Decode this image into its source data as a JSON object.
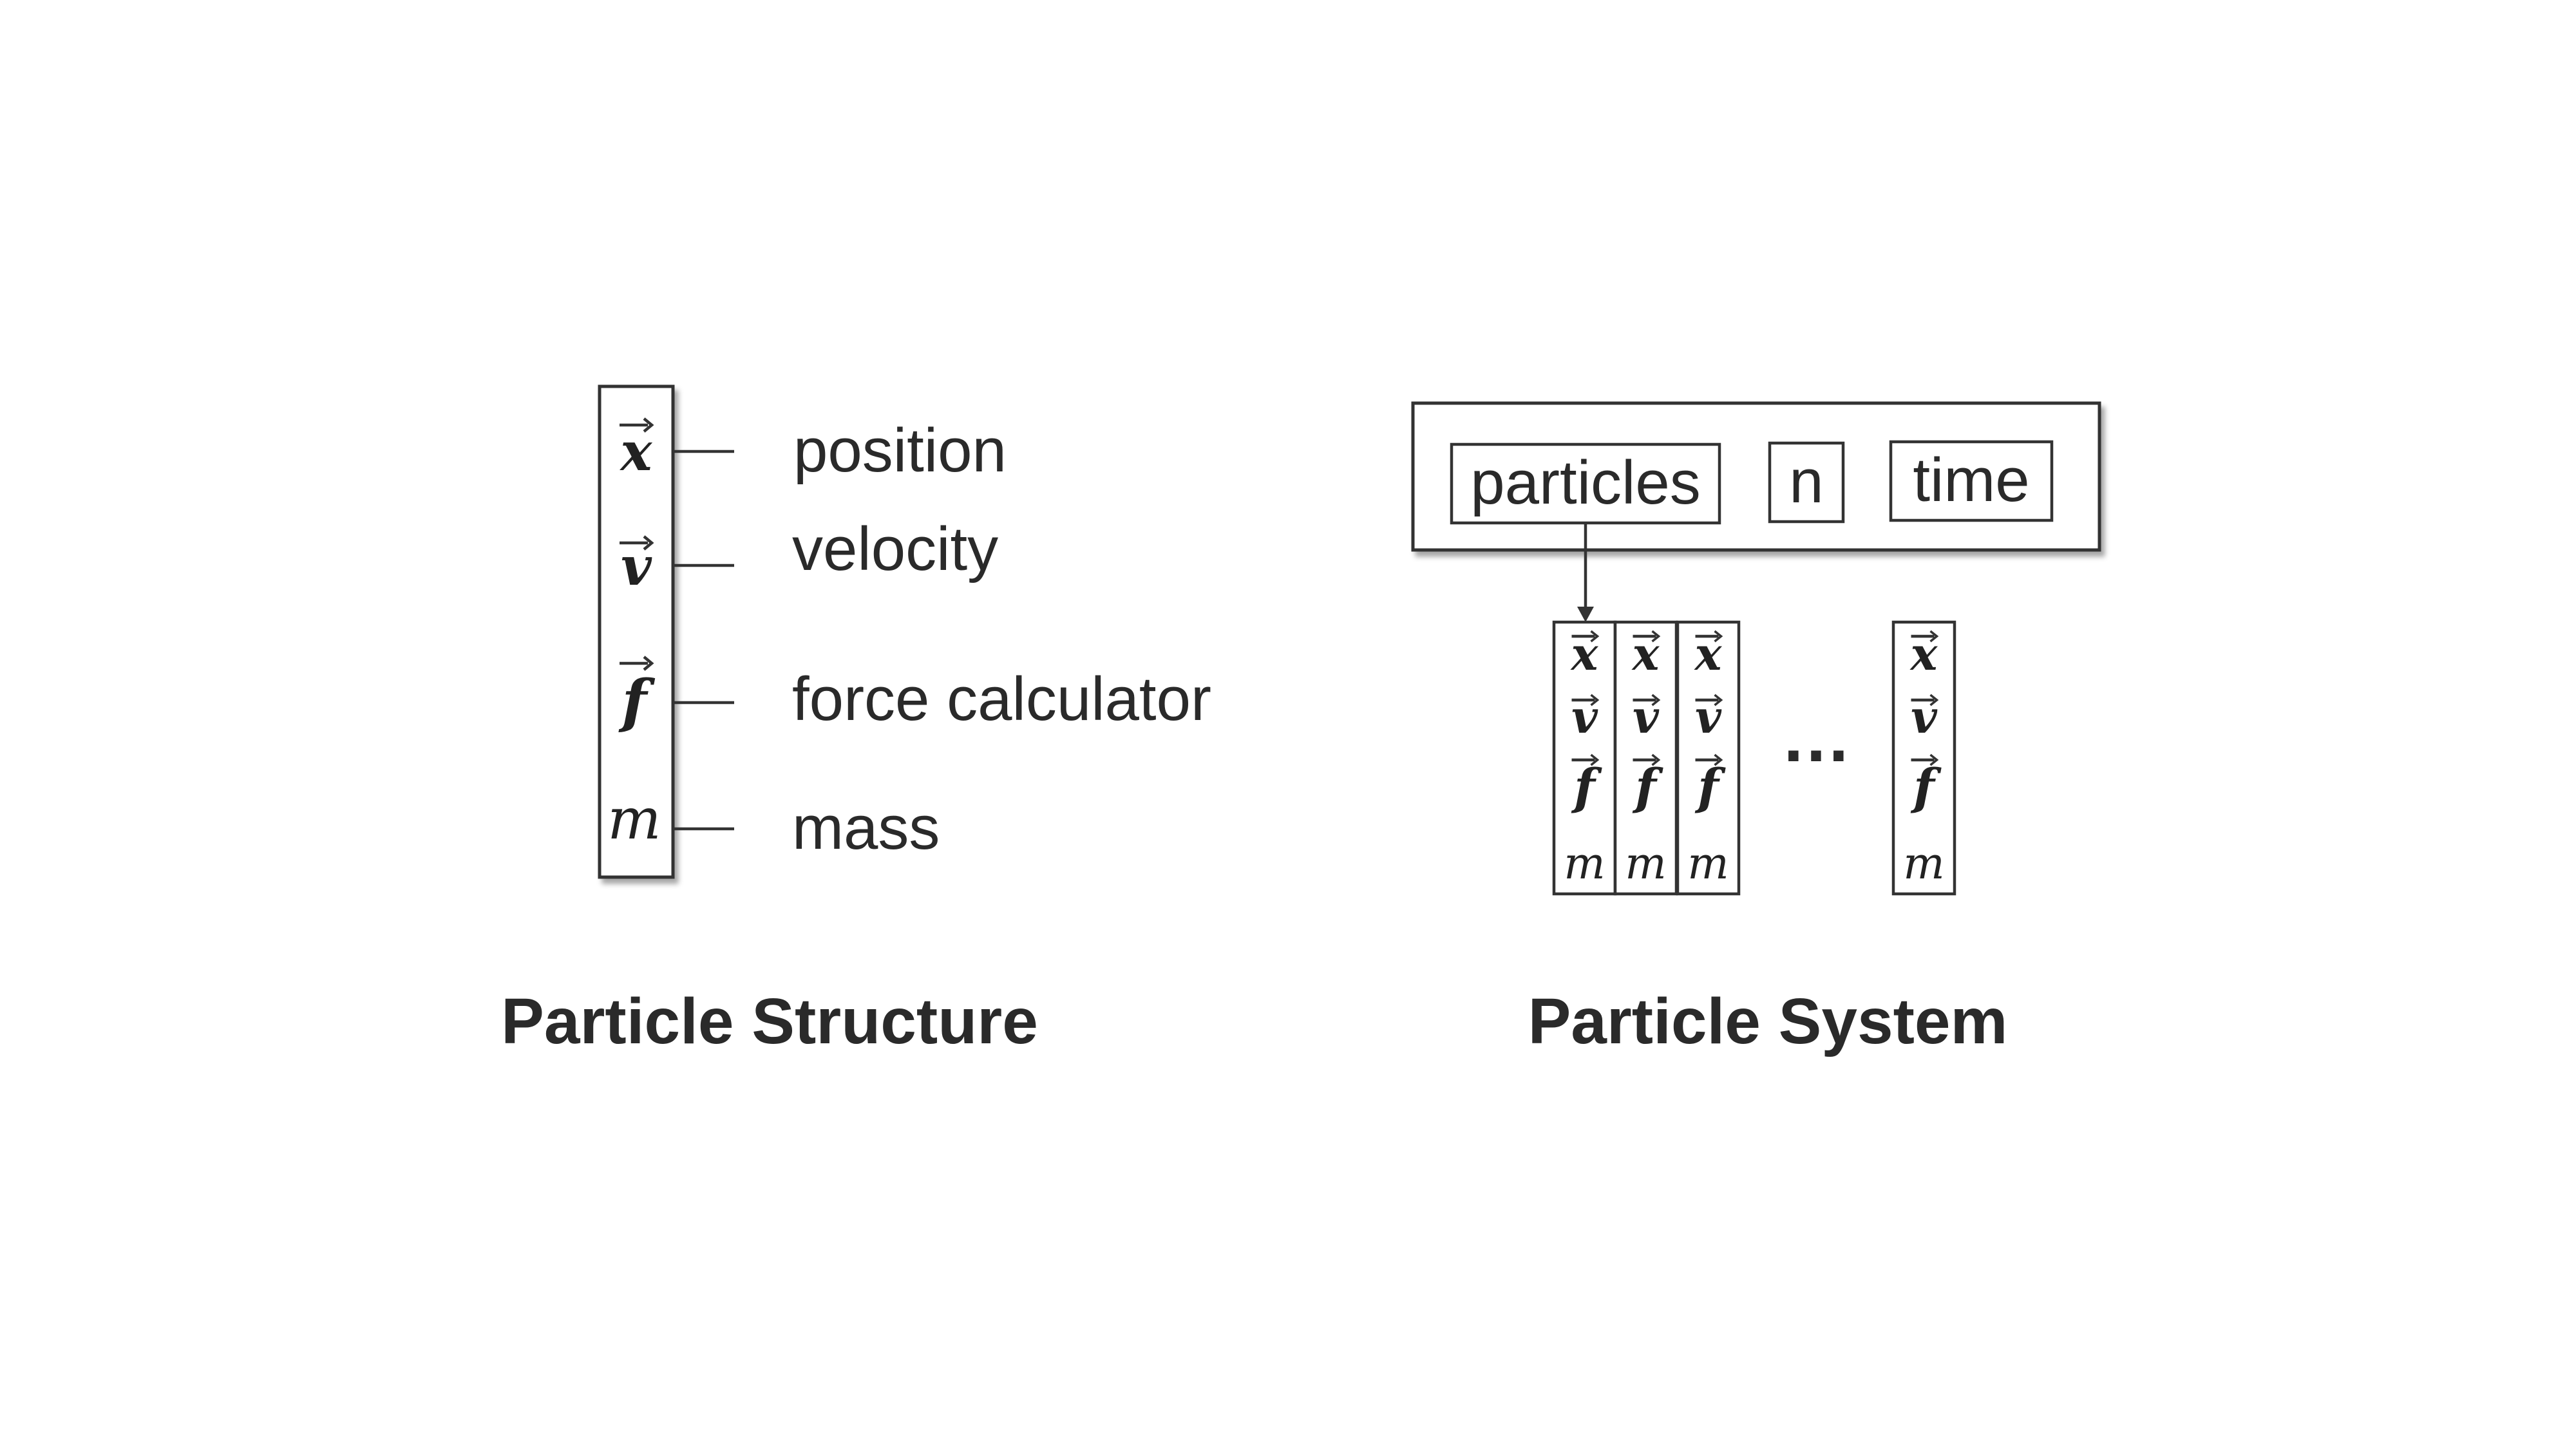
{
  "structure": {
    "caption": "Particle Structure",
    "fields": [
      {
        "symbol": "x",
        "label": "position"
      },
      {
        "symbol": "v",
        "label": "velocity"
      },
      {
        "symbol": "f",
        "label": "force calculator"
      },
      {
        "symbol": "m",
        "label": "mass"
      }
    ]
  },
  "system": {
    "caption": "Particle System",
    "members": [
      "particles",
      "n",
      "time"
    ],
    "ellipsis": "…",
    "column_symbols": [
      "x",
      "v",
      "f",
      "m"
    ]
  }
}
